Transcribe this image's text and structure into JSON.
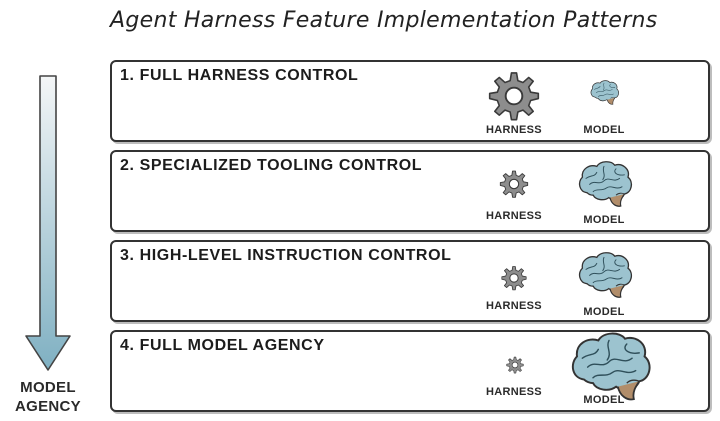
{
  "title": "Agent Harness Feature Implementation Patterns",
  "axis_label": [
    "MODEL",
    "AGENCY"
  ],
  "patterns": [
    {
      "label": "1. FULL HARNESS CONTROL",
      "harness_caption": "HARNESS",
      "model_caption": "MODEL"
    },
    {
      "label": "2. SPECIALIZED TOOLING CONTROL",
      "harness_caption": "HARNESS",
      "model_caption": "MODEL"
    },
    {
      "label": "3. HIGH-LEVEL INSTRUCTION CONTROL",
      "harness_caption": "HARNESS",
      "model_caption": "MODEL"
    },
    {
      "label": "4. FULL MODEL AGENCY",
      "harness_caption": "HARNESS",
      "model_caption": "MODEL"
    }
  ],
  "colors": {
    "gear": "#8a8a8a",
    "brain": "#9cc3cf",
    "arrow_top": "#f2f4f5",
    "arrow_bottom": "#7fb0c2"
  },
  "icons": [
    "gear-icon",
    "brain-icon"
  ]
}
